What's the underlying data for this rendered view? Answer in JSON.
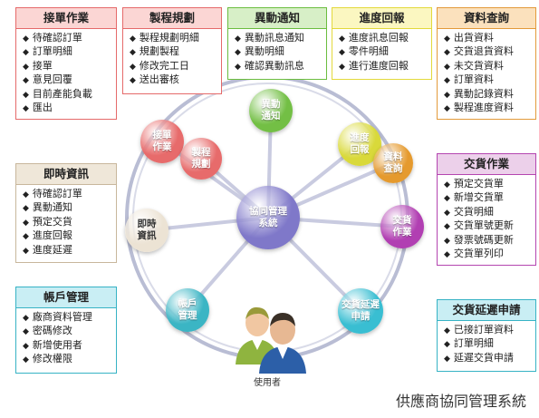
{
  "caption": "供應商協同管理系統",
  "user_label": "使用者",
  "center": {
    "label": "協同管理\n系統",
    "color": "#7f78c9"
  },
  "nodes": [
    {
      "key": "notify",
      "label": "異動\n通知",
      "color": "#73bf45"
    },
    {
      "key": "progress",
      "label": "進度\n回報",
      "color": "#d9d93a"
    },
    {
      "key": "query",
      "label": "資料\n查詢",
      "color": "#e59a2e"
    },
    {
      "key": "ops",
      "label": "交貨\n作業",
      "color": "#b13fb2"
    },
    {
      "key": "delay",
      "label": "交貨延遲\n申請",
      "color": "#39bed2"
    },
    {
      "key": "account",
      "label": "帳戶\n管理",
      "color": "#3bb5c4"
    },
    {
      "key": "info",
      "label": "即時\n資訊",
      "color": "#ece3d4"
    },
    {
      "key": "order",
      "label": "接單\n作業",
      "color": "#e76b6b"
    },
    {
      "key": "plan",
      "label": "製程\n規劃",
      "color": "#e76b6b"
    }
  ],
  "boxes": [
    {
      "key": "order",
      "title": "接單作業",
      "border": "#e56a6a",
      "title_bg": "#fbd6d4",
      "items": [
        "待確認訂單",
        "訂單明細",
        "接單",
        "意見回覆",
        "目前產能負載",
        "匯出"
      ]
    },
    {
      "key": "plan",
      "title": "製程規劃",
      "border": "#e56a6a",
      "title_bg": "#fbd6d4",
      "items": [
        "製程規劃明細",
        "規劃製程",
        "修改完工日",
        "送出審核"
      ]
    },
    {
      "key": "notify",
      "title": "異動通知",
      "border": "#6bbd3f",
      "title_bg": "#d7efc7",
      "items": [
        "異動訊息通知",
        "異動明細",
        "確認異動訊息"
      ]
    },
    {
      "key": "progress",
      "title": "進度回報",
      "border": "#e3d93b",
      "title_bg": "#fbf7c1",
      "items": [
        "進度訊息回報",
        "零件明細",
        "進行進度回報"
      ]
    },
    {
      "key": "query",
      "title": "資料查詢",
      "border": "#e39a3a",
      "title_bg": "#fbe1bd",
      "items": [
        "出貨資料",
        "交貨退貨資料",
        "未交貨資料",
        "訂單資料",
        "異動記錄資料",
        "製程進度資料"
      ]
    },
    {
      "key": "info",
      "title": "即時資訊",
      "border": "#c8b79c",
      "title_bg": "#efe7d9",
      "items": [
        "待確認訂單",
        "異動通知",
        "預定交貨",
        "進度回報",
        "進度延遲"
      ]
    },
    {
      "key": "ops",
      "title": "交貨作業",
      "border": "#b445b0",
      "title_bg": "#ecd0ea",
      "items": [
        "預定交貨單",
        "新增交貨單",
        "交貨明細",
        "交貨單號更新",
        "發票號碼更新",
        "交貨單列印"
      ]
    },
    {
      "key": "account",
      "title": "帳戶管理",
      "border": "#37b3c5",
      "title_bg": "#c9eef4",
      "items": [
        "廠商資料管理",
        "密碼修改",
        "新增使用者",
        "修改權限"
      ]
    },
    {
      "key": "delay",
      "title": "交貨延遲申請",
      "border": "#37b3c5",
      "title_bg": "#c9eef4",
      "items": [
        "已接訂單資料",
        "訂單明細",
        "延遲交貨申請"
      ]
    }
  ]
}
